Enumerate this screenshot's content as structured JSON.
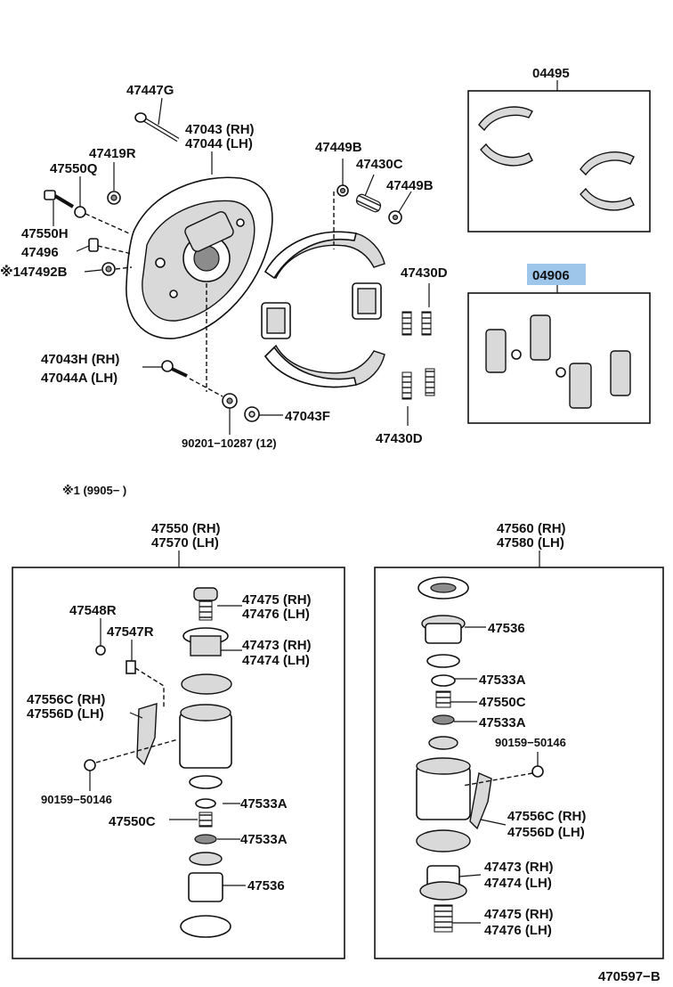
{
  "labels": {
    "p47447G": "47447G",
    "p47043": "47043 (RH)",
    "p47044": "47044 (LH)",
    "p47419R": "47419R",
    "p47550Q": "47550Q",
    "p47550H": "47550H",
    "p47496": "47496",
    "p47492B": "※147492B",
    "p47449B_a": "47449B",
    "p47430C": "47430C",
    "p47449B_b": "47449B",
    "p47430D_top": "47430D",
    "p47430D_bot": "47430D",
    "p47043H": "47043H (RH)",
    "p47044A": "47044A (LH)",
    "p47043F": "47043F",
    "p90201": "90201−10287 (12)",
    "p04495": "04495",
    "p04906": "04906",
    "note1": "※1 (9905−       )",
    "l47550": "47550 (RH)",
    "l47570": "47570 (LH)",
    "l47548R": "47548R",
    "l47547R": "47547R",
    "l47475": "47475 (RH)",
    "l47476": "47476 (LH)",
    "l47473": "47473 (RH)",
    "l47474": "47474 (LH)",
    "l47556C": "47556C (RH)",
    "l47556D": "47556D (LH)",
    "l90159": "90159−50146",
    "l47533A_a": "47533A",
    "l47550C": "47550C",
    "l47533A_b": "47533A",
    "l47536": "47536",
    "r47560": "47560 (RH)",
    "r47580": "47580 (LH)",
    "r47536": "47536",
    "r47533A_a": "47533A",
    "r47550C": "47550C",
    "r47533A_b": "47533A",
    "r90159": "90159−50146",
    "r47556C": "47556C (RH)",
    "r47556D": "47556D (LH)",
    "r47473": "47473 (RH)",
    "r47474": "47474 (LH)",
    "r47475": "47475 (RH)",
    "r47476": "47476 (LH)",
    "footer": "470597−B"
  },
  "colors": {
    "highlight": "#9ec6ea",
    "line": "#111111"
  }
}
